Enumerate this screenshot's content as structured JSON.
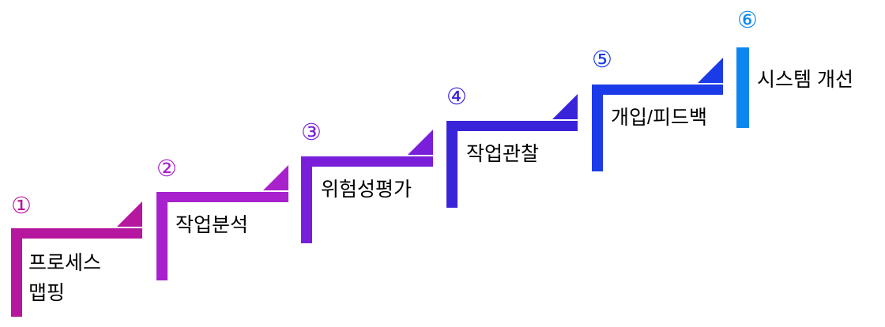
{
  "page": {
    "background": "#ffffff"
  },
  "diagram": {
    "type": "staircase-process",
    "step_count": 6,
    "steps": [
      {
        "number": "①",
        "label_lines": [
          "프로세스",
          "맵핑"
        ],
        "color": "#b5179e",
        "has_arrow": true
      },
      {
        "number": "②",
        "label_lines": [
          "작업분석"
        ],
        "color": "#a821cd",
        "has_arrow": true
      },
      {
        "number": "③",
        "label_lines": [
          "위험성평가"
        ],
        "color": "#7a1fd9",
        "has_arrow": true
      },
      {
        "number": "④",
        "label_lines": [
          "작업관찰"
        ],
        "color": "#3a24d9",
        "has_arrow": true
      },
      {
        "number": "⑤",
        "label_lines": [
          "개입/피드백"
        ],
        "color": "#1b3ae8",
        "has_arrow": true
      },
      {
        "number": "⑥",
        "label_lines": [
          "시스템 개선"
        ],
        "color": "#0d87f0",
        "has_arrow": false
      }
    ]
  }
}
